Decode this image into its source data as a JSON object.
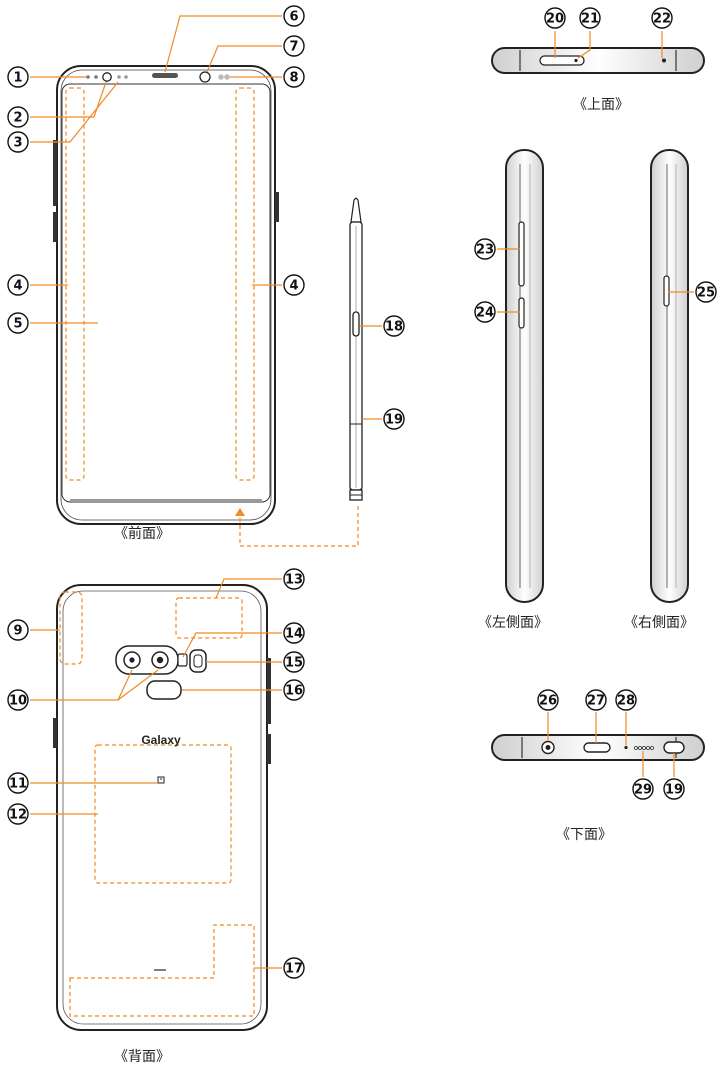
{
  "views": {
    "front": "《前面》",
    "back": "《背面》",
    "top": "《上面》",
    "left_side": "《左側面》",
    "right_side": "《右側面》",
    "bottom": "《下面》"
  },
  "brand": "Galaxy",
  "callouts": {
    "c1": "1",
    "c2": "2",
    "c3": "3",
    "c4a": "4",
    "c4b": "4",
    "c5": "5",
    "c6": "6",
    "c7": "7",
    "c8": "8",
    "c9": "9",
    "c10": "10",
    "c11": "11",
    "c12": "12",
    "c13": "13",
    "c14": "14",
    "c15": "15",
    "c16": "16",
    "c17": "17",
    "c18": "18",
    "c19a": "19",
    "c19b": "19",
    "c20": "20",
    "c21": "21",
    "c22": "22",
    "c23": "23",
    "c24": "24",
    "c25": "25",
    "c26": "26",
    "c27": "27",
    "c28": "28",
    "c29": "29"
  },
  "colors": {
    "callout_line": "#f08a24",
    "dashed_area": "#f08a24",
    "device_outline": "#222222"
  }
}
